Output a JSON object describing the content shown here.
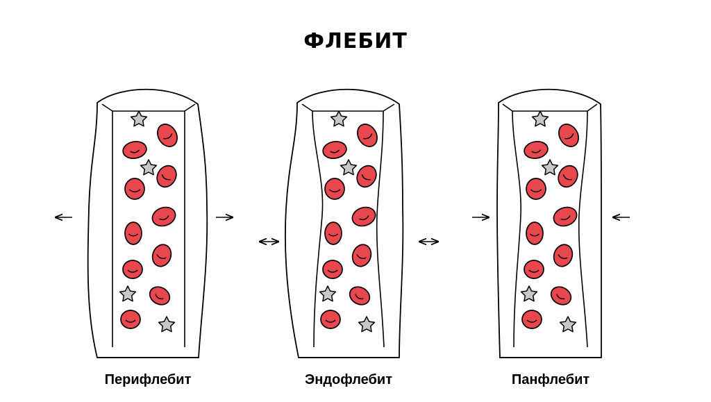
{
  "title": "ФЛЕБИТ",
  "panels": [
    {
      "id": "peri",
      "label": "Перифлебит"
    },
    {
      "id": "endo",
      "label": "Эндофлебит"
    },
    {
      "id": "pan",
      "label": "Панфлебит"
    }
  ],
  "colors": {
    "rbc_fill": "#e8474e",
    "platelet_fill": "#c8c8c8",
    "outline": "#000000",
    "background": "#ffffff"
  }
}
